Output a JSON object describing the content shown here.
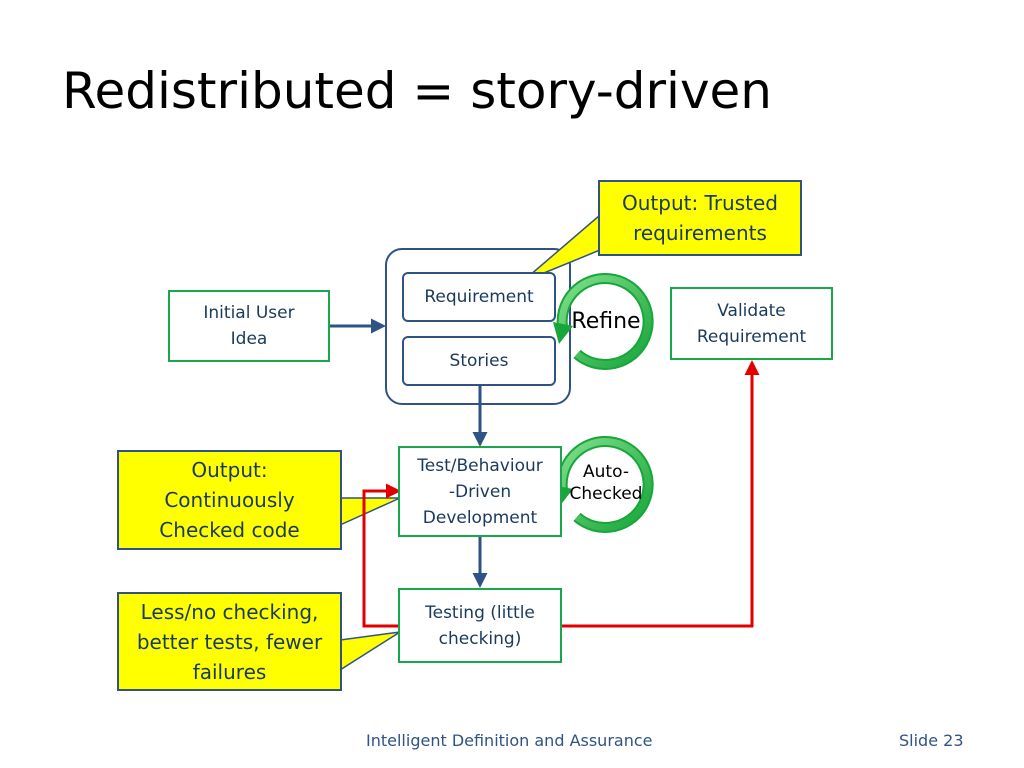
{
  "slide": {
    "title": "Redistributed = story-driven",
    "footer": "Intelligent Definition and Assurance",
    "slide_number": "Slide 23"
  },
  "diagram": {
    "nodes": {
      "initial_user_idea": "Initial User\nIdea",
      "requirement": "Requirement",
      "stories": "Stories",
      "validate_requirement": "Validate\nRequirement",
      "tdd": "Test/Behaviour\n-Driven\nDevelopment",
      "testing": "Testing (little\nchecking)"
    },
    "callouts": {
      "trusted": "Output: Trusted\nrequirements",
      "continuous": "Output:\nContinuously\nChecked code",
      "less_checking": "Less/no checking,\nbetter tests, fewer\nfailures"
    },
    "cycles": {
      "refine": "Refine",
      "auto_checked": "Auto-\nChecked"
    }
  },
  "colors": {
    "green_border": "#1aa64a",
    "blue_border": "#2e5384",
    "callout_fill": "#ffff00",
    "feedback_arrow": "#e00000",
    "flow_arrow": "#2e5384",
    "text": "#1a3a5c"
  }
}
